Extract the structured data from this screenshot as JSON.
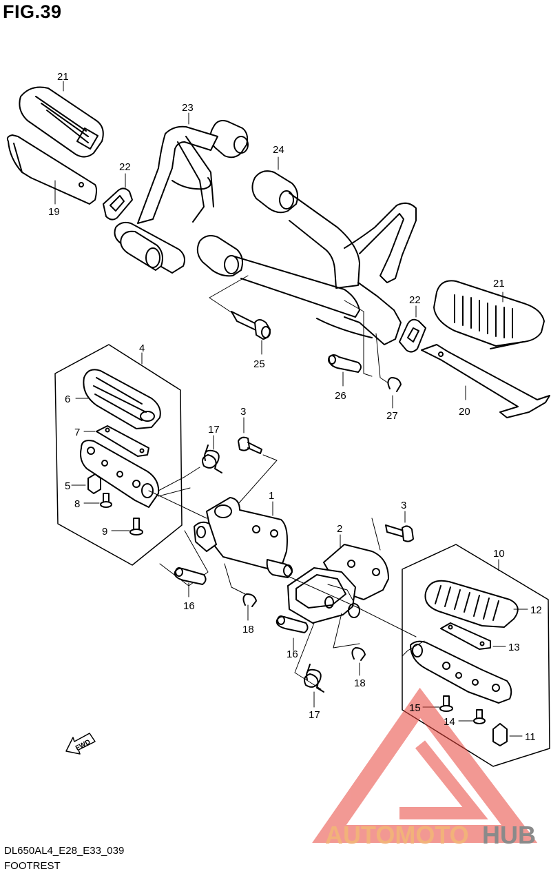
{
  "figure": {
    "title": "FIG.39"
  },
  "footer": {
    "code": "DL650AL4_E28_E33_039",
    "title": "FOOTREST"
  },
  "direction": {
    "label": "FWD"
  },
  "watermark": {
    "part1": "AUTOMOTO",
    "part2": "HUB",
    "color1": "#f2b27a",
    "color2": "#8a8a8a",
    "triangle_color": "#e8453c"
  },
  "callouts": [
    "21",
    "23",
    "22",
    "24",
    "19",
    "25",
    "26",
    "27",
    "20",
    "4",
    "6",
    "7",
    "5",
    "8",
    "9",
    "17",
    "3",
    "1",
    "16",
    "18",
    "2",
    "10",
    "12",
    "13",
    "15",
    "14",
    "11"
  ]
}
